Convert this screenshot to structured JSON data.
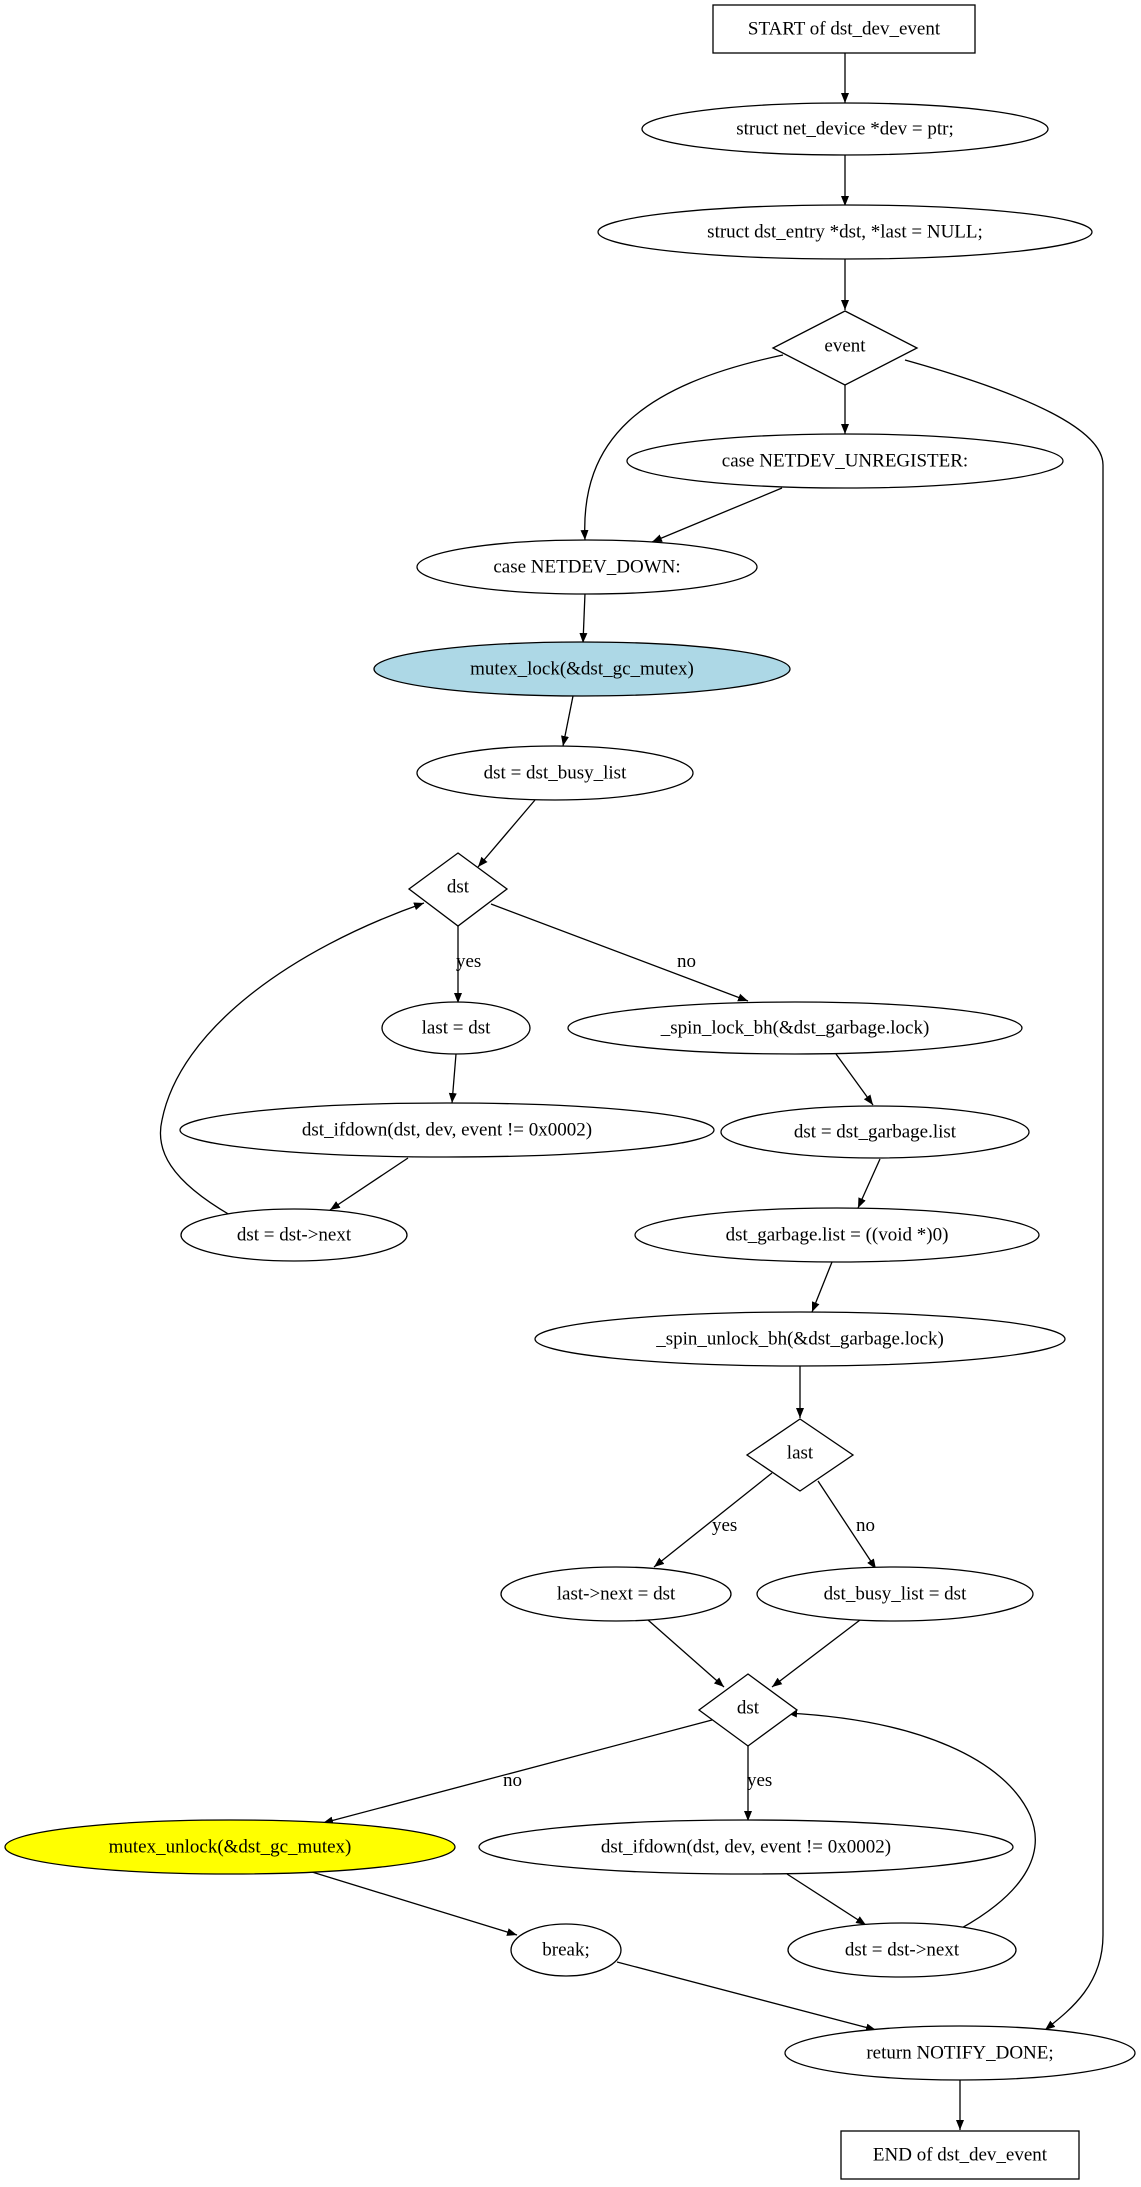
{
  "diagram": {
    "nodes": {
      "start": {
        "label": "START of dst_dev_event",
        "fill": "#ffffff"
      },
      "dev": {
        "label": "struct net_device *dev = ptr;",
        "fill": "#ffffff"
      },
      "dst_entry": {
        "label": "struct dst_entry *dst, *last = NULL;",
        "fill": "#ffffff"
      },
      "event": {
        "label": "event",
        "fill": "#ffffff"
      },
      "case_unreg": {
        "label": "case NETDEV_UNREGISTER:",
        "fill": "#ffffff"
      },
      "case_down": {
        "label": "case NETDEV_DOWN:",
        "fill": "#ffffff"
      },
      "mutex_lock": {
        "label": "mutex_lock(&dst_gc_mutex)",
        "fill": "#add8e6"
      },
      "dst_busy": {
        "label": "dst = dst_busy_list",
        "fill": "#ffffff"
      },
      "dst_d1": {
        "label": "dst",
        "fill": "#ffffff"
      },
      "last_eq": {
        "label": "last = dst",
        "fill": "#ffffff"
      },
      "spin_lock": {
        "label": "_spin_lock_bh(&dst_garbage.lock)",
        "fill": "#ffffff"
      },
      "ifdown1": {
        "label": "dst_ifdown(dst, dev, event != 0x0002)",
        "fill": "#ffffff"
      },
      "garbage_list": {
        "label": "dst = dst_garbage.list",
        "fill": "#ffffff"
      },
      "next1": {
        "label": "dst = dst->next",
        "fill": "#ffffff"
      },
      "garbage_null": {
        "label": "dst_garbage.list = ((void *)0)",
        "fill": "#ffffff"
      },
      "spin_unlock": {
        "label": "_spin_unlock_bh(&dst_garbage.lock)",
        "fill": "#ffffff"
      },
      "last_d": {
        "label": "last",
        "fill": "#ffffff"
      },
      "last_next": {
        "label": "last->next = dst",
        "fill": "#ffffff"
      },
      "busy_list": {
        "label": "dst_busy_list = dst",
        "fill": "#ffffff"
      },
      "dst_d2": {
        "label": "dst",
        "fill": "#ffffff"
      },
      "mutex_unlock": {
        "label": "mutex_unlock(&dst_gc_mutex)",
        "fill": "#ffff00"
      },
      "ifdown2": {
        "label": "dst_ifdown(dst, dev, event != 0x0002)",
        "fill": "#ffffff"
      },
      "break": {
        "label": "break;",
        "fill": "#ffffff"
      },
      "next2": {
        "label": "dst = dst->next",
        "fill": "#ffffff"
      },
      "return": {
        "label": "return NOTIFY_DONE;",
        "fill": "#ffffff"
      },
      "end": {
        "label": "END of dst_dev_event",
        "fill": "#ffffff"
      }
    },
    "edge_labels": {
      "d1_yes": "yes",
      "d1_no": "no",
      "last_yes": "yes",
      "last_no": "no",
      "d2_no": "no",
      "d2_yes": "yes"
    }
  }
}
